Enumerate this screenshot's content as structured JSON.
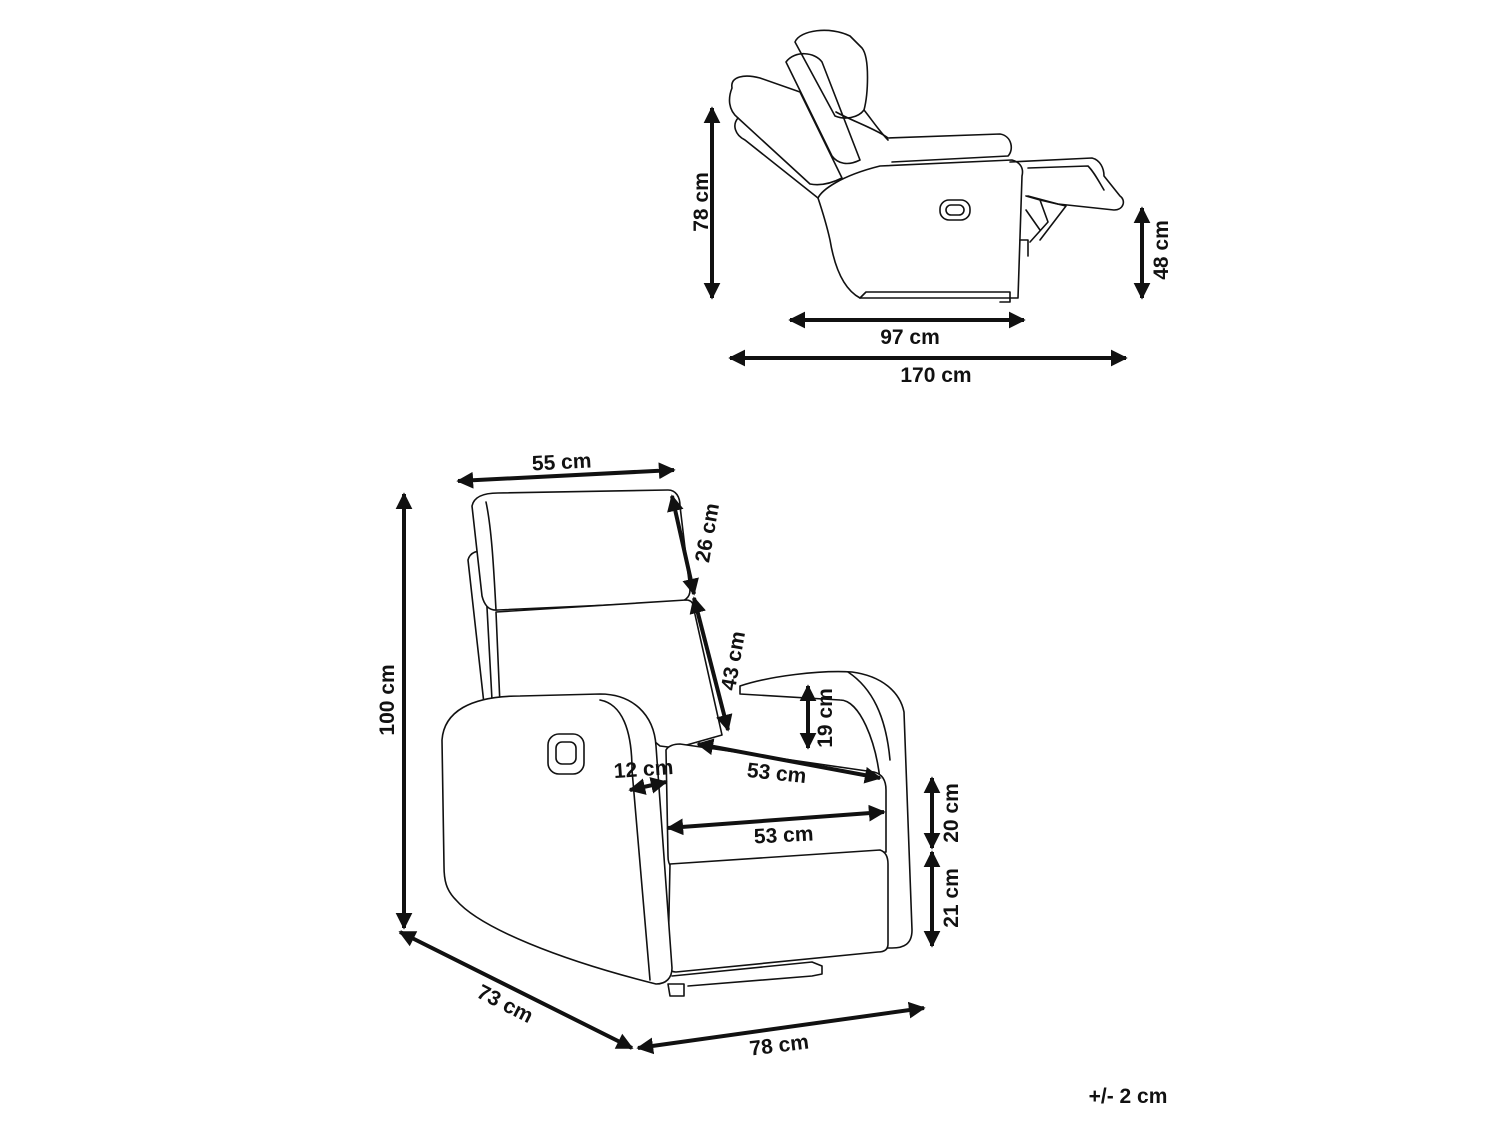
{
  "side_view": {
    "height": "78 cm",
    "legrest_height": "48 cm",
    "seat_depth": "97 cm",
    "total_length": "170 cm"
  },
  "front_view": {
    "headrest_width": "55 cm",
    "headrest_height": "26 cm",
    "backrest_height": "43 cm",
    "armrest_height": "19 cm",
    "seat_depth": "53 cm",
    "armrest_width": "12 cm",
    "seat_width": "53 cm",
    "seat_cushion_height": "20 cm",
    "seat_base_height": "21 cm",
    "total_height": "100 cm",
    "depth": "73 cm",
    "width": "78 cm"
  },
  "tolerance": "+/- 2 cm",
  "icons": [
    "recline-handle-icon"
  ]
}
